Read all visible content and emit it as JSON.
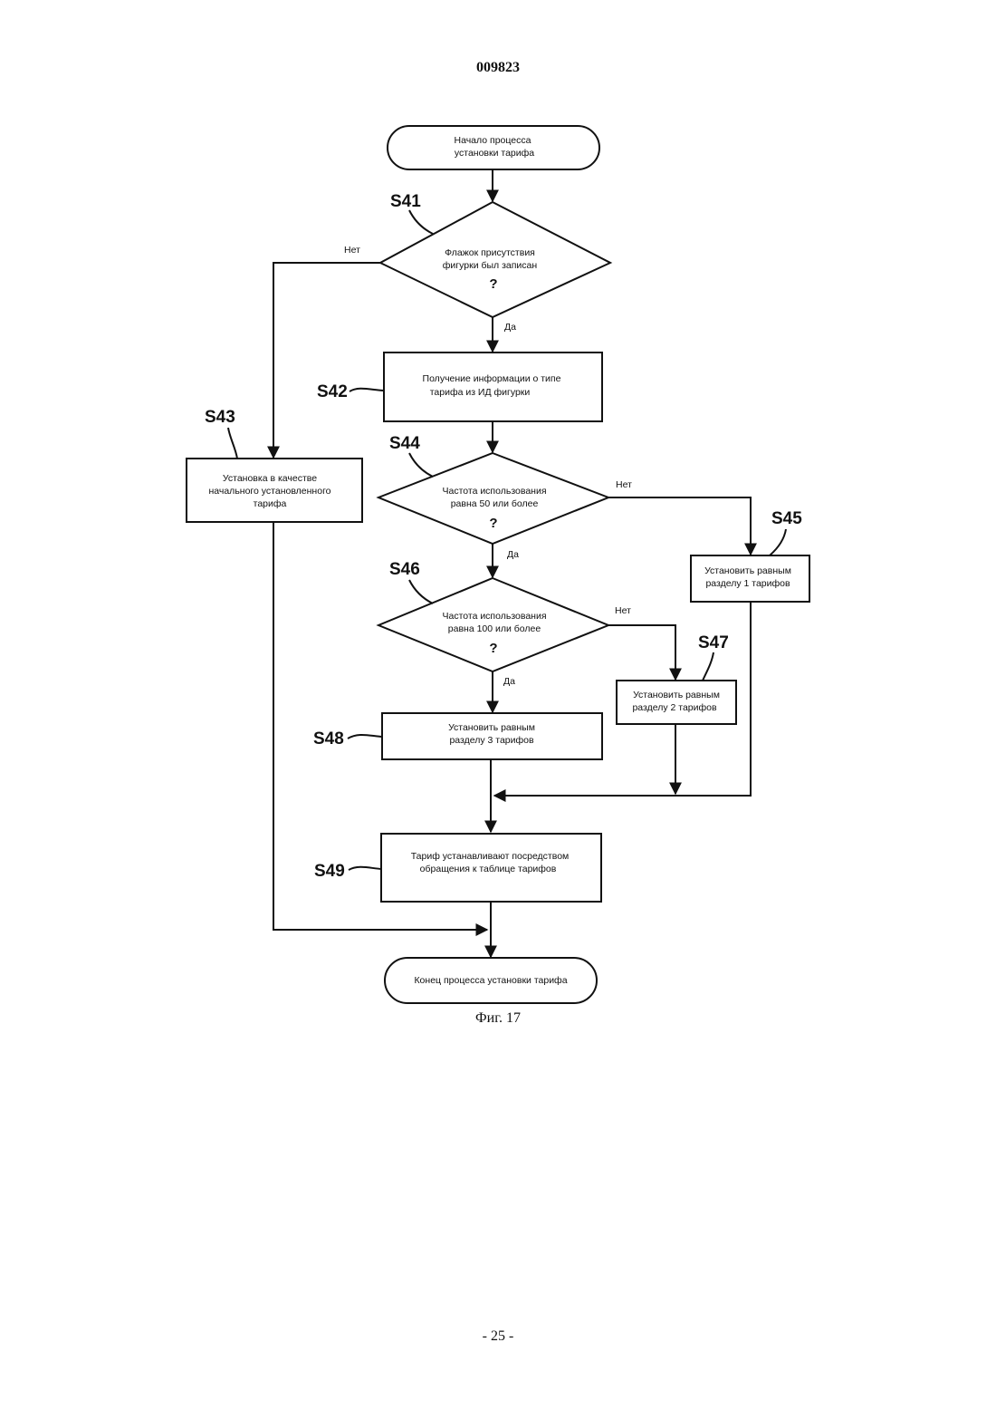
{
  "header": {
    "doc_number": "009823"
  },
  "footer": {
    "page_number": "- 25 -"
  },
  "figure": {
    "caption": "Фиг. 17"
  },
  "nodes": {
    "start": {
      "lines": [
        "Начало процесса",
        "установки тарифа"
      ]
    },
    "s41": {
      "step": "S41",
      "lines": [
        "Флажок присутствия",
        "фигурки был записан"
      ],
      "mark": "?"
    },
    "s42": {
      "step": "S42",
      "lines": [
        "Получение информации о типе",
        "тарифа из ИД фигурки"
      ]
    },
    "s43": {
      "step": "S43",
      "lines": [
        "Установка в качестве",
        "начального установленного",
        "тарифа"
      ]
    },
    "s44": {
      "step": "S44",
      "lines": [
        "Частота использования",
        "равна 50 или более"
      ],
      "mark": "?"
    },
    "s45": {
      "step": "S45",
      "lines": [
        "Установить равным",
        "разделу 1 тарифов"
      ]
    },
    "s46": {
      "step": "S46",
      "lines": [
        "Частота использования",
        "равна 100 или более"
      ],
      "mark": "?"
    },
    "s47": {
      "step": "S47",
      "lines": [
        "Установить равным",
        "разделу 2 тарифов"
      ]
    },
    "s48": {
      "step": "S48",
      "lines": [
        "Установить равным",
        "разделу 3 тарифов"
      ]
    },
    "s49": {
      "step": "S49",
      "lines": [
        "Тариф устанавливают посредством",
        "обращения к таблице тарифов"
      ]
    },
    "end": {
      "lines": [
        "Конец процесса установки тарифа"
      ]
    }
  },
  "edge_labels": {
    "s41_no": "Нет",
    "s41_yes": "Да",
    "s44_no": "Нет",
    "s44_yes": "Да",
    "s46_no": "Нет",
    "s46_yes": "Да"
  }
}
